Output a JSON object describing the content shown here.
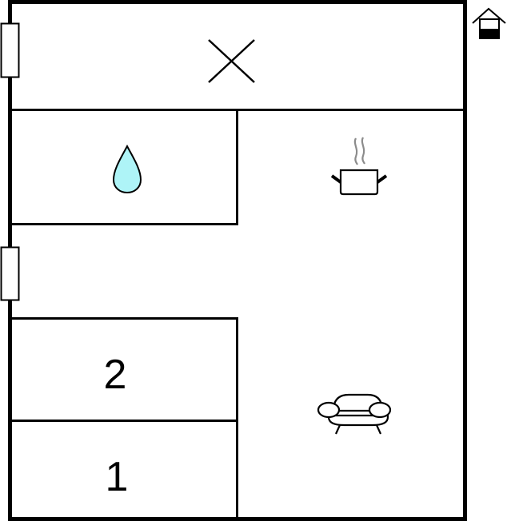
{
  "floorplan": {
    "rooms": [
      {
        "id": "top-room",
        "type": "other",
        "icon": "x-mark-icon"
      },
      {
        "id": "bathroom",
        "type": "bathroom",
        "icon": "water-drop-icon"
      },
      {
        "id": "kitchen-living",
        "type": "kitchen-living",
        "icons": [
          "cooking-pot-icon",
          "armchair-icon"
        ]
      },
      {
        "id": "bedroom-2",
        "type": "bedroom",
        "label": "2"
      },
      {
        "id": "bedroom-1",
        "type": "bedroom",
        "label": "1"
      }
    ],
    "windows": 2,
    "entrance_icon": "house-entrance-icon",
    "colors": {
      "wall": "#000000",
      "water_fill": "#aef4f7",
      "steam": "#8c8c8c",
      "background": "#ffffff"
    }
  },
  "labels": {
    "bedroom_2": "2",
    "bedroom_1": "1"
  }
}
